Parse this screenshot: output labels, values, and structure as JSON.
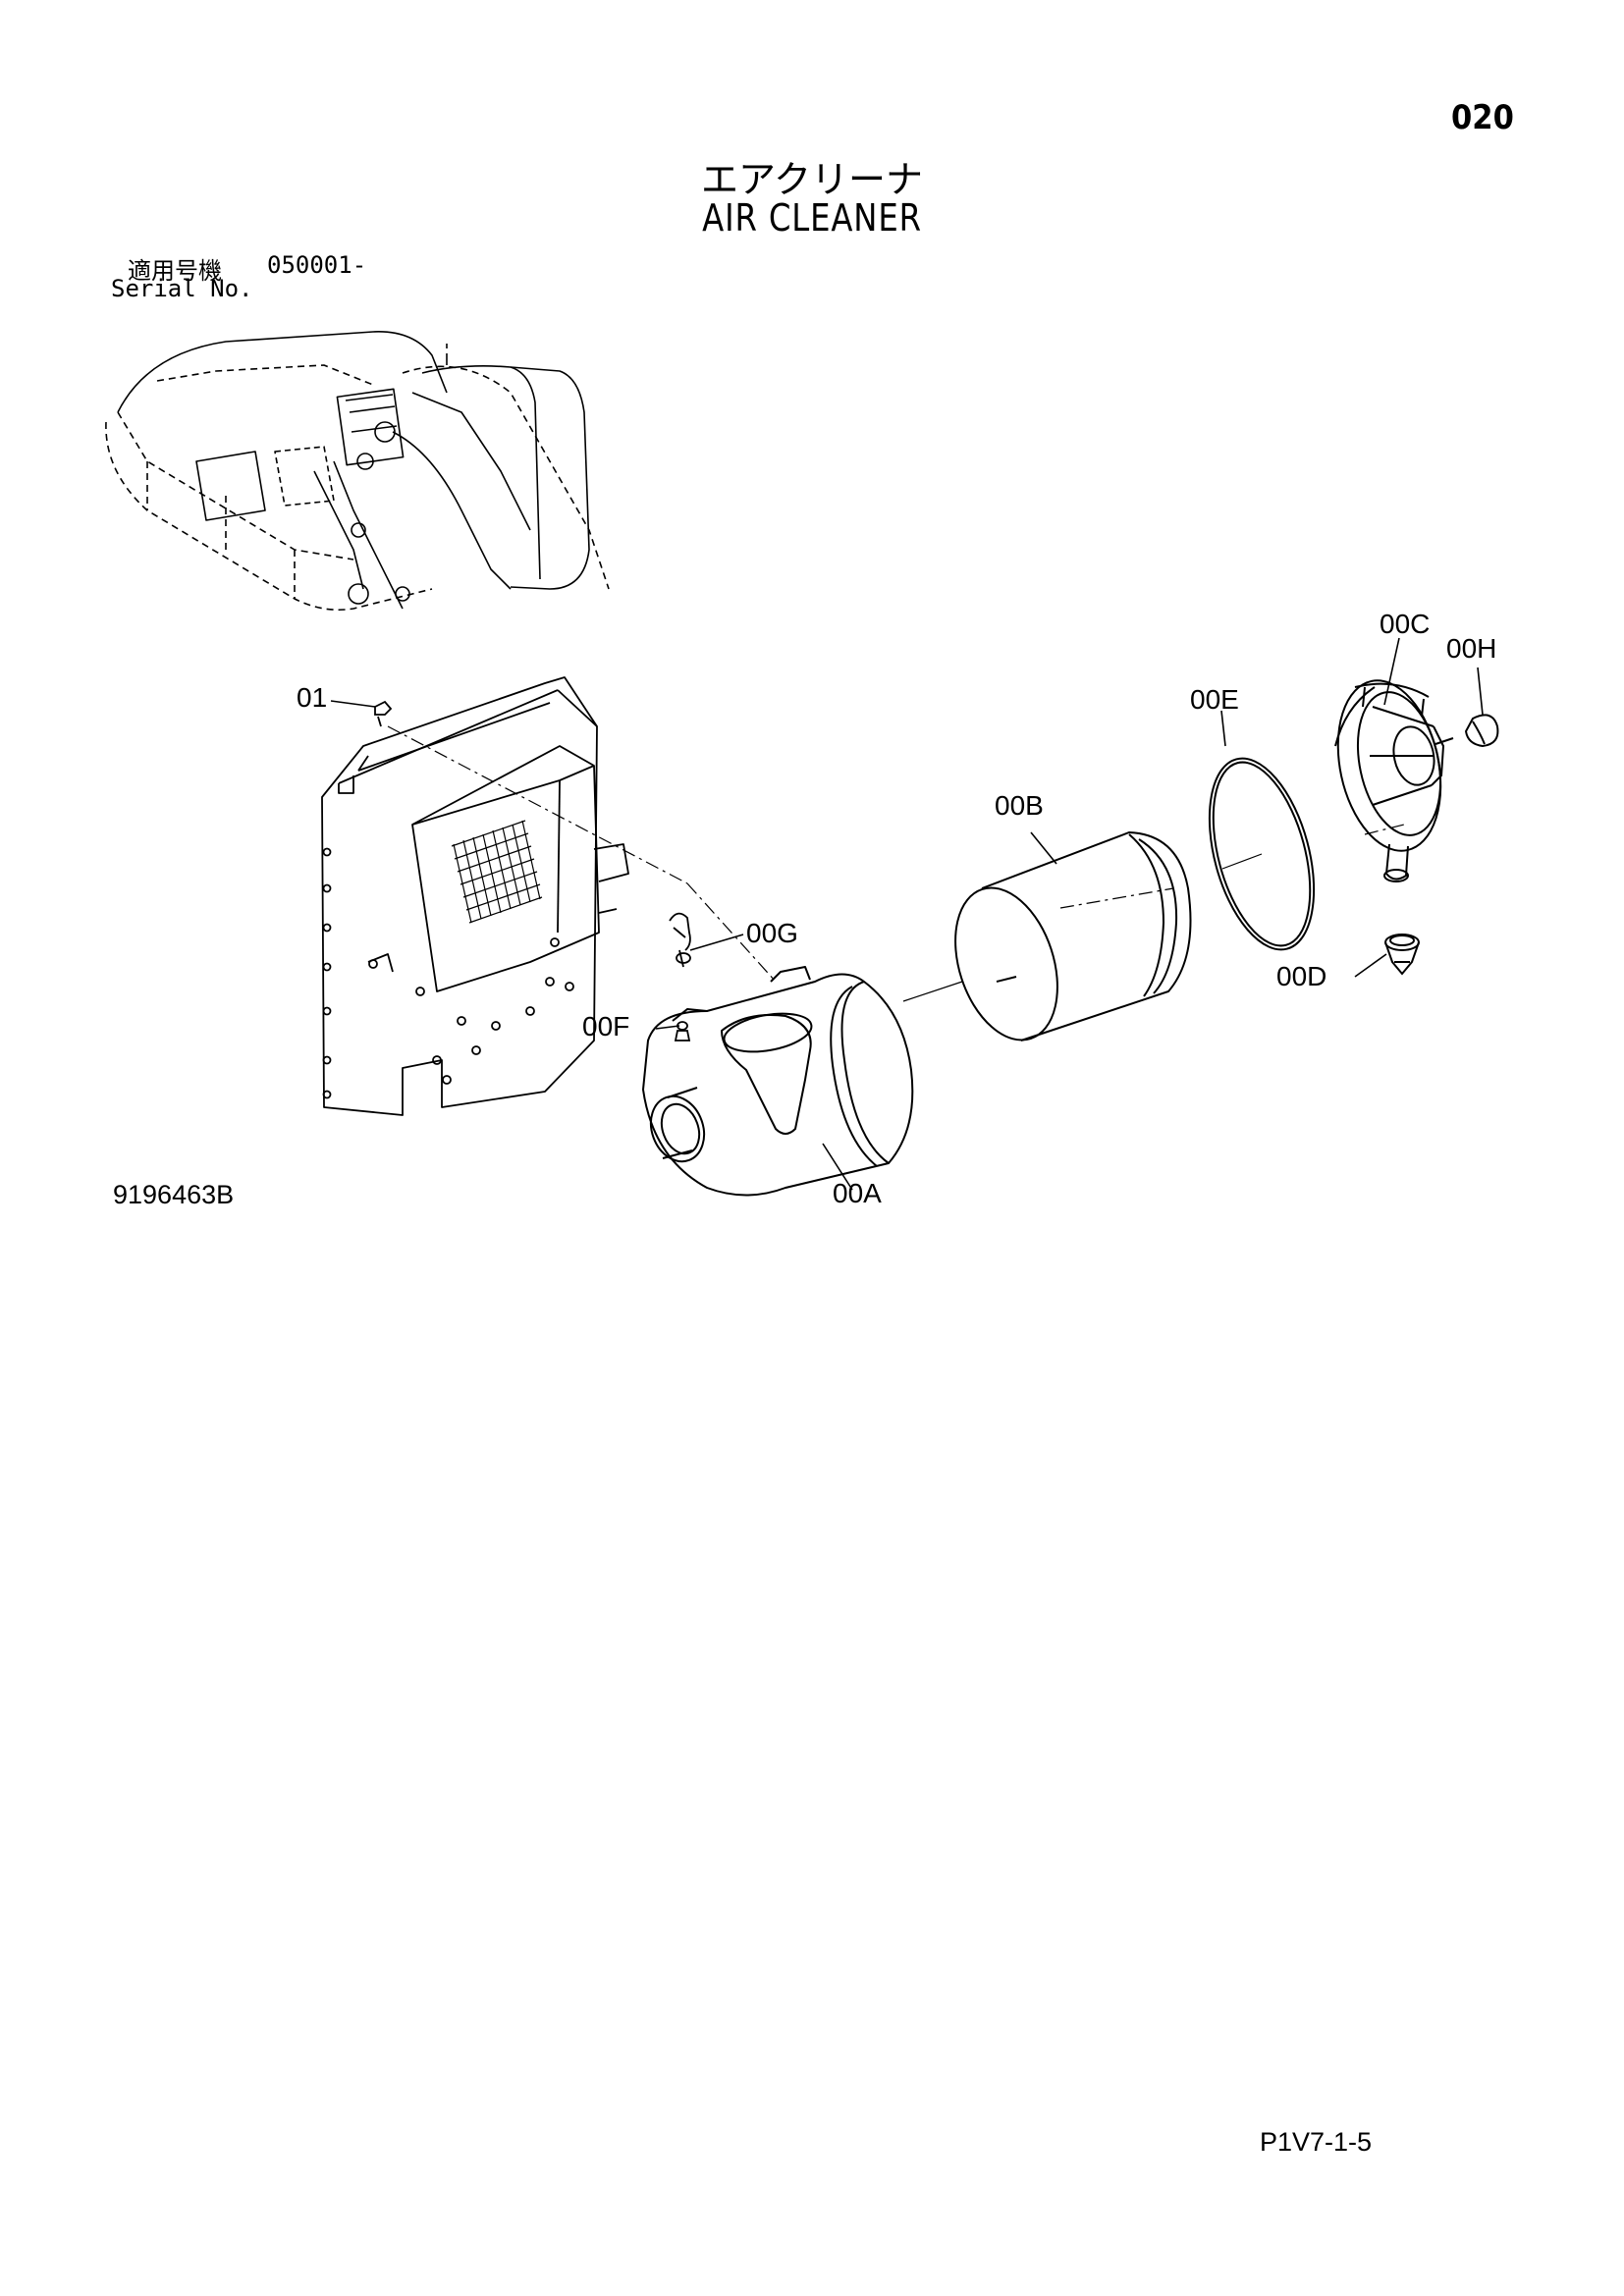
{
  "page_number": "020",
  "title_ja": "エアクリーナ",
  "title_en": "AIR CLEANER",
  "serial": {
    "label_ja": "適用号機",
    "label_en": "Serial No.",
    "value": "050001-"
  },
  "drawing_number": "9196463B",
  "page_code": "P1V7-1-5",
  "callouts": {
    "c01": "01",
    "c00A": "00A",
    "c00B": "00B",
    "c00C": "00C",
    "c00D": "00D",
    "c00E": "00E",
    "c00F": "00F",
    "c00G": "00G",
    "c00H": "00H"
  }
}
